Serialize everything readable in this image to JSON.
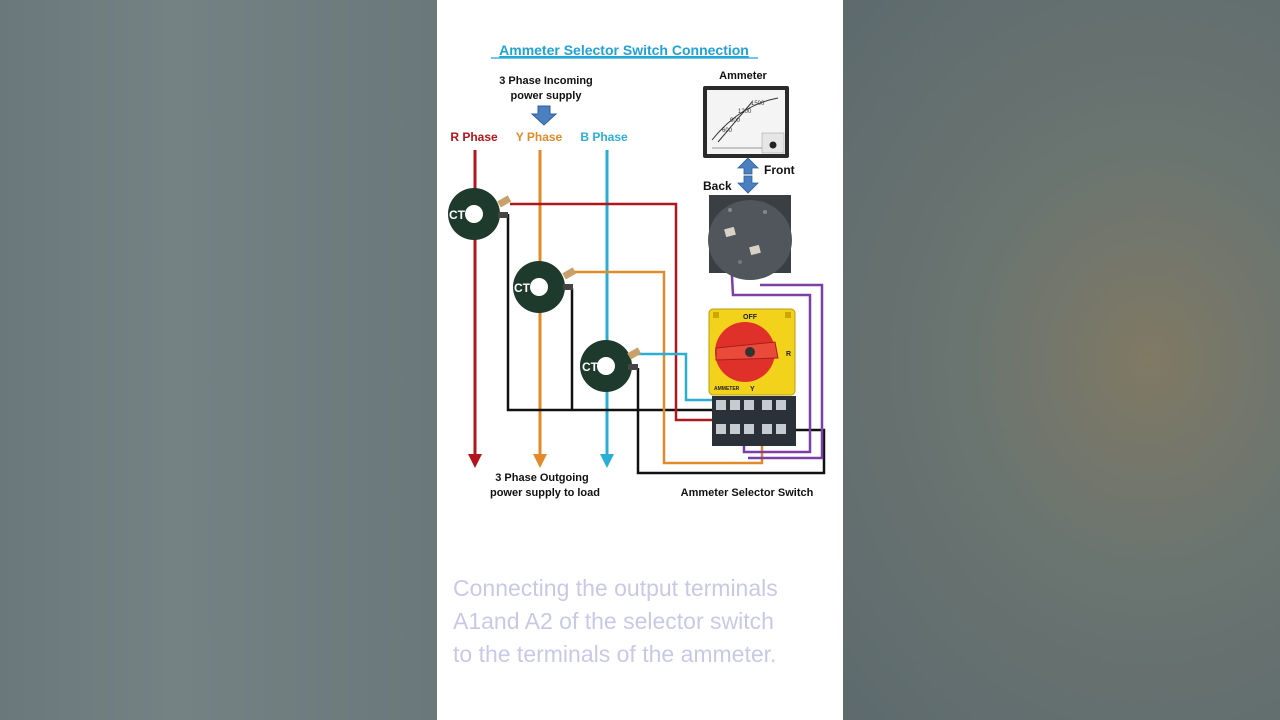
{
  "diagram": {
    "title": "Ammeter  Selector Switch Connection",
    "incoming_label": [
      "3 Phase Incoming",
      "power supply"
    ],
    "phase_labels": {
      "r": "R Phase",
      "y": "Y Phase",
      "b": "B Phase"
    },
    "ct_label": "CT",
    "outgoing_label": [
      "3 Phase Outgoing",
      "power supply to load"
    ],
    "ammeter_label": "Ammeter",
    "front_label": "Front",
    "back_label": "Back",
    "switch_label": "Ammeter Selector  Switch",
    "switch_text": {
      "off": "OFF",
      "r": "R",
      "y": "Y",
      "ammeter": "AMMETER"
    },
    "meter_scale": [
      "1500",
      "1200",
      "900",
      "600"
    ],
    "colors": {
      "r_phase": "#b0161c",
      "y_phase": "#e08a2a",
      "b_phase": "#2aaed6",
      "neutral": "#111111",
      "meter_wire": "#7b3fa6",
      "title": "#1fa3d6",
      "switch_body": "#f2d21a",
      "switch_knob": "#e0302a"
    }
  },
  "caption": {
    "lines": [
      "Connecting the output terminals",
      "A1and A2 of the selector switch",
      "to the terminals of the ammeter."
    ]
  }
}
